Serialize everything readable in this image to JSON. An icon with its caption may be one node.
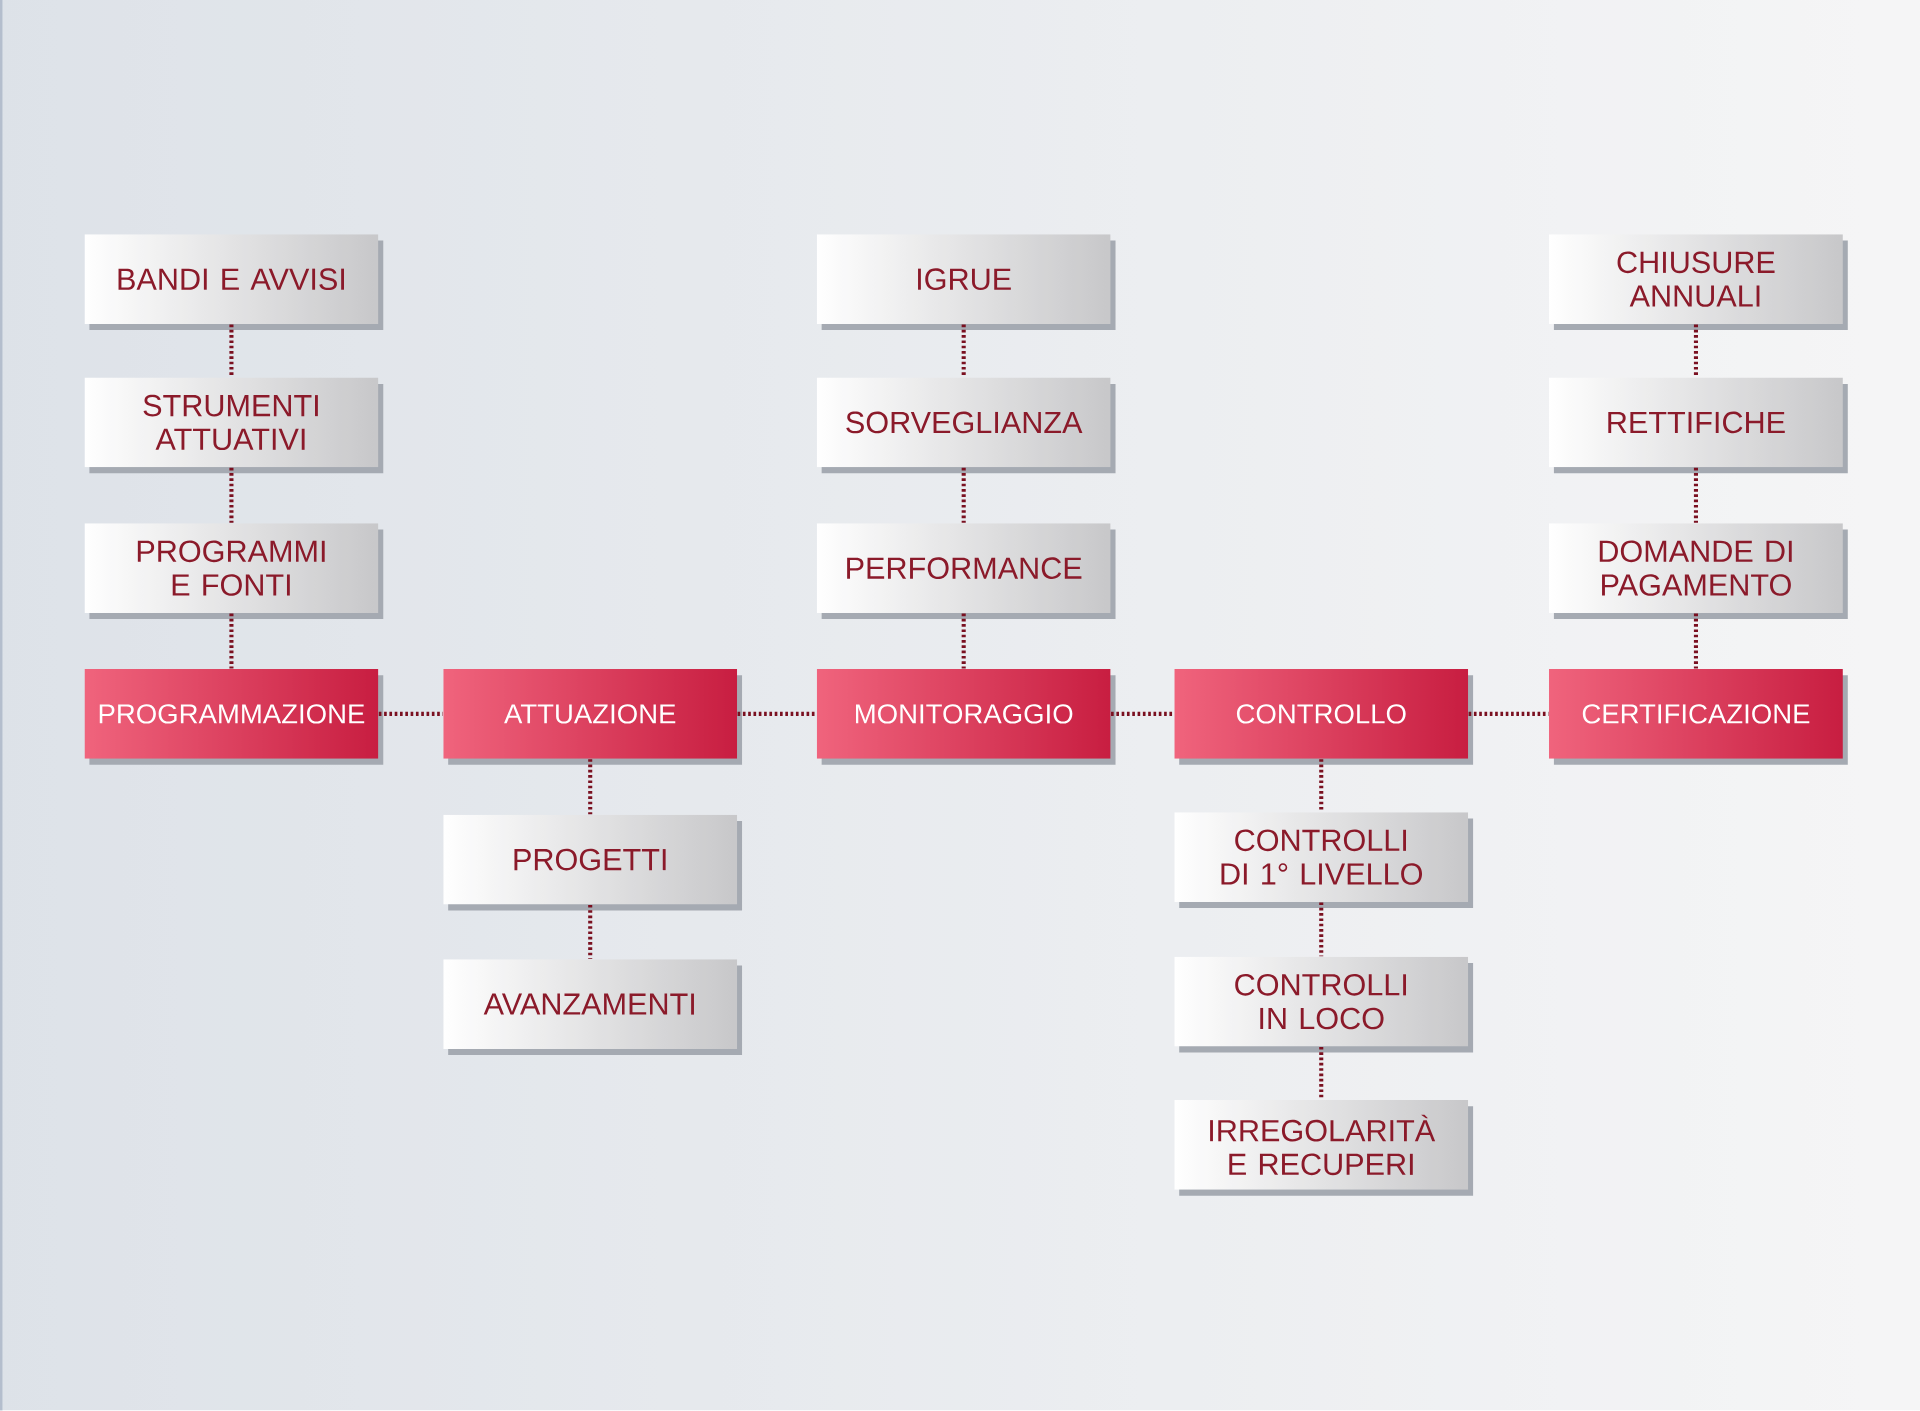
{
  "diagram": {
    "nodes": [
      {
        "text": [
          "BANDI E AVVISI"
        ]
      },
      {
        "text": [
          "IGRUE"
        ]
      },
      {
        "text": [
          "CHIUSURE ANNUALI"
        ]
      },
      {
        "text": [
          "STRUMENTI ATTUATIVI"
        ]
      },
      {
        "text": [
          "SORVEGLIANZA"
        ]
      },
      {
        "text": [
          "RETTIFICHE"
        ]
      },
      {
        "text": [
          "PROGRAMMI E FONTI"
        ]
      },
      {
        "text": [
          "PERFORMANCE"
        ]
      },
      {
        "text": [
          "DOMANDE DI PAGAMENTO"
        ]
      },
      {
        "text": [
          "PROGRAMMAZIONE"
        ]
      },
      {
        "text": [
          "ATTUAZIONE"
        ]
      },
      {
        "text": [
          "MONITORAGGIO"
        ]
      },
      {
        "text": [
          "CONTROLLO"
        ]
      },
      {
        "text": [
          "CERTIFICAZIONE"
        ]
      },
      {
        "text": [
          "PROGETTI"
        ]
      },
      {
        "text": [
          "CONTROLLI DI 1° LIVELLO"
        ]
      },
      {
        "text": [
          "AVANZAMENTI"
        ]
      },
      {
        "text": [
          "CONTROLLI IN LOCO"
        ]
      },
      {
        "text": [
          "IRREGOLARITÀ E RECUPERI"
        ]
      }
    ],
    "edges": [
      {
        "from": 0,
        "to": 3,
        "arrow": "none"
      },
      {
        "from": 3,
        "to": 6,
        "arrow": "none"
      },
      {
        "from": 6,
        "to": 9,
        "arrow": "none"
      },
      {
        "from": 9,
        "to": 10,
        "arrow": "none"
      },
      {
        "from": 10,
        "to": 14,
        "arrow": "none"
      },
      {
        "from": 14,
        "to": 16,
        "arrow": "none"
      },
      {
        "from": 10,
        "to": 11,
        "arrow": "none"
      },
      {
        "from": 1,
        "to": 4,
        "arrow": "none"
      },
      {
        "from": 4,
        "to": 7,
        "arrow": "none"
      },
      {
        "from": 7,
        "to": 11,
        "arrow": "none"
      },
      {
        "from": 11,
        "to": 12,
        "arrow": "none"
      },
      {
        "from": 12,
        "to": 15,
        "arrow": "none"
      },
      {
        "from": 15,
        "to": 17,
        "arrow": "none"
      },
      {
        "from": 17,
        "to": 18,
        "arrow": "none"
      },
      {
        "from": 12,
        "to": 13,
        "arrow": "none"
      },
      {
        "from": 2,
        "to": 5,
        "arrow": "none"
      },
      {
        "from": 5,
        "to": 8,
        "arrow": "none"
      },
      {
        "from": 8,
        "to": 13,
        "arrow": "none"
      }
    ]
  }
}
